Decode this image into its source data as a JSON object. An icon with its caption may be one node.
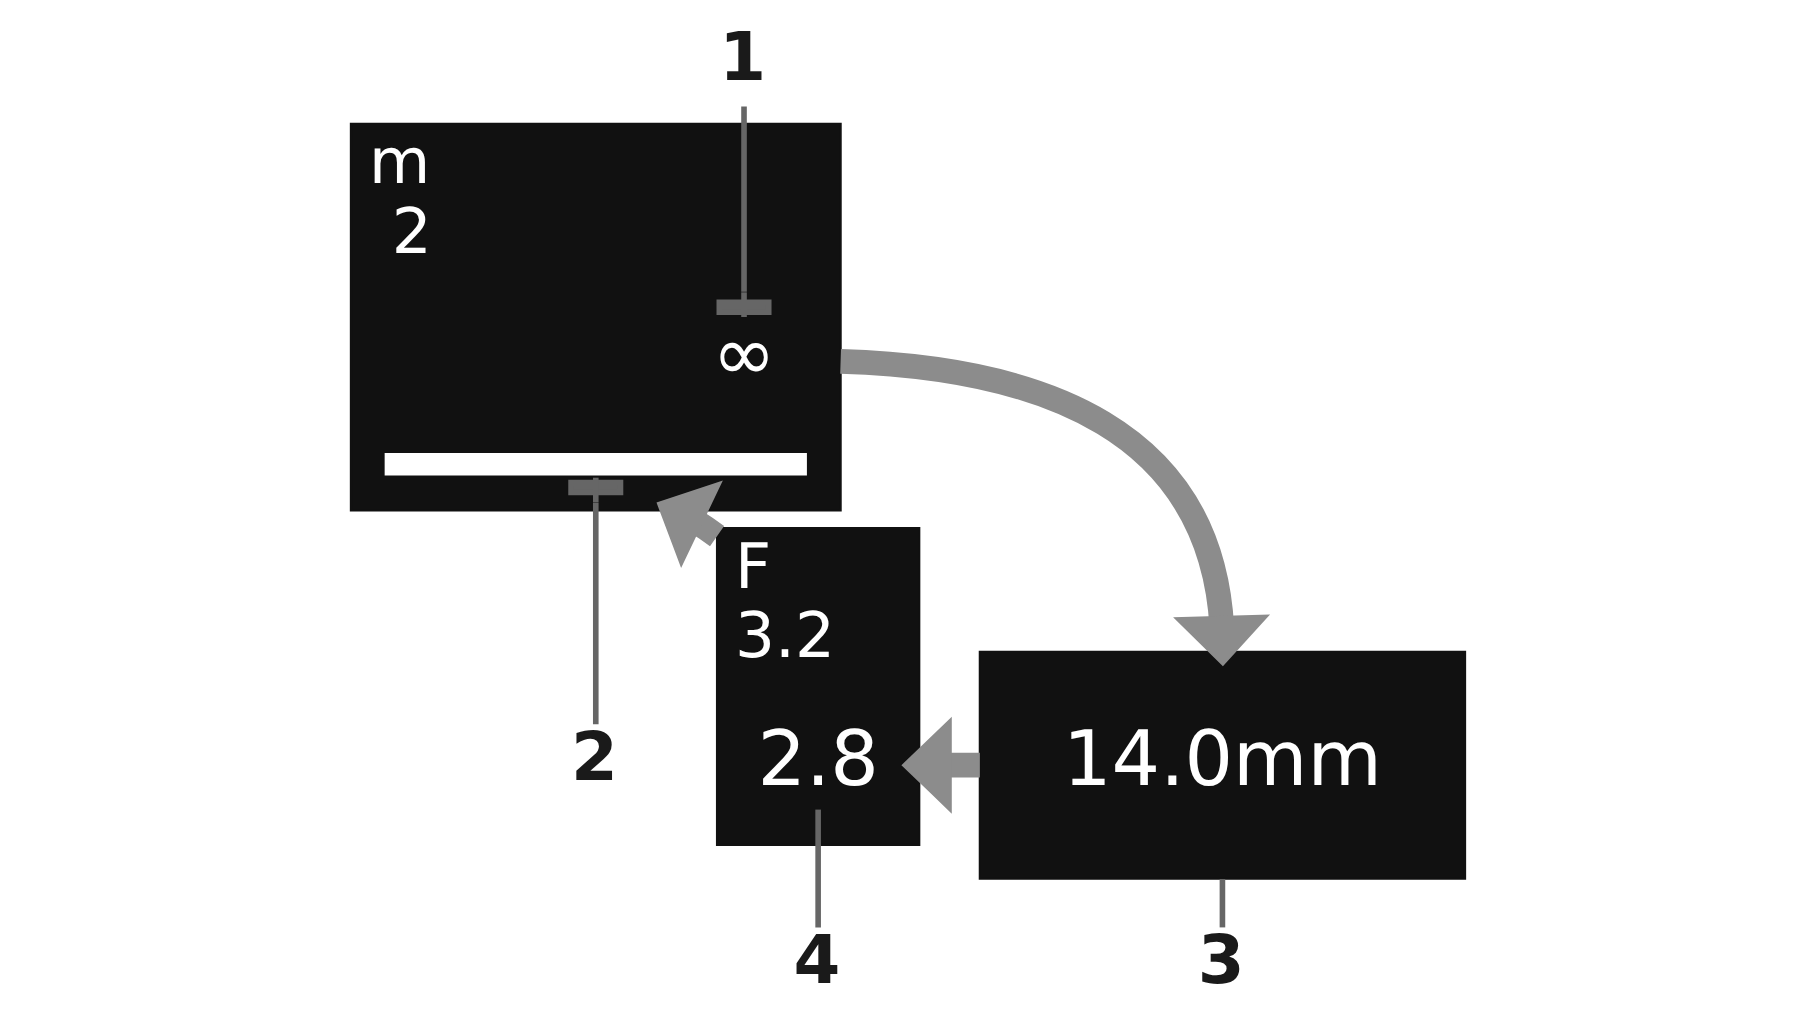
{
  "diagram": {
    "nodes": [
      {
        "text": [
          "1"
        ]
      },
      {
        "text": [
          "m",
          "2"
        ]
      },
      {
        "text": [
          "∞"
        ],
        "in": 1
      },
      {
        "text": [],
        "shape": "bar",
        "in": 1
      },
      {
        "text": [
          "2"
        ]
      },
      {
        "text": [
          "F",
          "3.2"
        ]
      },
      {
        "text": [
          "2.8"
        ],
        "in": 5
      },
      {
        "text": [
          "14.0mm"
        ]
      },
      {
        "text": [
          "4"
        ]
      },
      {
        "text": [
          "3"
        ]
      }
    ],
    "edges": [
      {
        "from": 0,
        "to": 2,
        "arrow": "other"
      },
      {
        "from": 1,
        "to": 7,
        "arrow": "to",
        "style": "thick",
        "color": "#8c8c8c"
      },
      {
        "from": 7,
        "to": 5,
        "arrow": "to",
        "style": "thick",
        "color": "#8c8c8c"
      },
      {
        "from": 5,
        "to": 1,
        "arrow": "to",
        "style": "thick",
        "color": "#8c8c8c"
      },
      {
        "from": 3,
        "to": 4,
        "arrow": "other"
      },
      {
        "from": 7,
        "to": 9,
        "arrow": "none"
      },
      {
        "from": 6,
        "to": 8,
        "arrow": "none"
      }
    ]
  }
}
